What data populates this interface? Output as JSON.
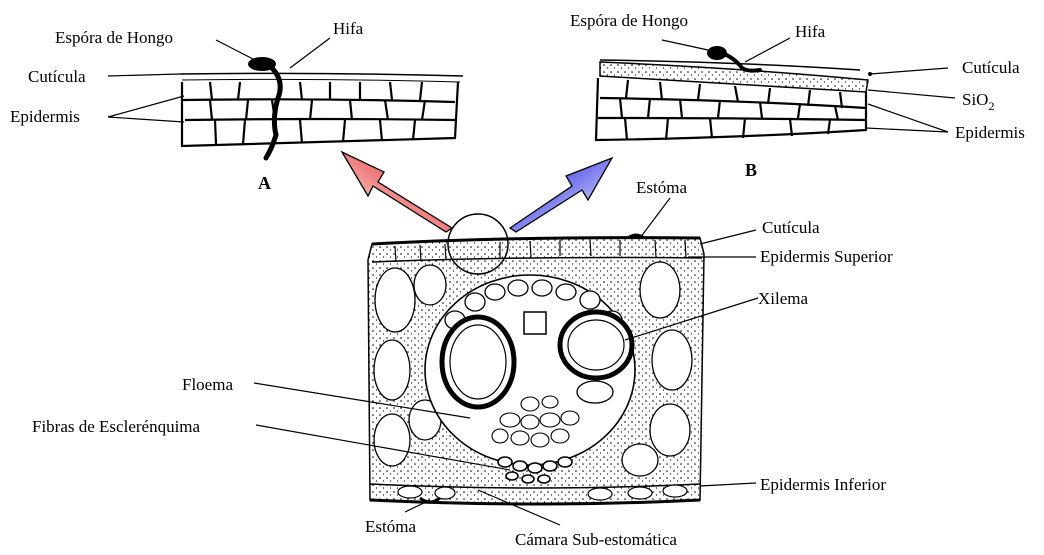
{
  "panel_a": {
    "letter": "A",
    "spore_label": "Espóra de Hongo",
    "hypha_label": "Hifa",
    "cuticle_label": "Cutícula",
    "epidermis_label": "Epidermis"
  },
  "panel_b": {
    "letter": "B",
    "spore_label": "Espóra de Hongo",
    "hypha_label": "Hifa",
    "cuticle_label": "Cutícula",
    "silica_label": "SiO",
    "silica_subscript": "2",
    "epidermis_label": "Epidermis"
  },
  "cross_section": {
    "stoma_top_label": "Estóma",
    "cuticle_label": "Cutícula",
    "upper_epidermis_label": "Epidermis Superior",
    "xylem_label": "Xilema",
    "phloem_label": "Floema",
    "sclerenchyma_label": "Fibras de Esclerénquima",
    "lower_epidermis_label": "Epidermis Inferior",
    "stoma_bottom_label": "Estóma",
    "substomatal_label": "Cámara Sub-estomática"
  },
  "colors": {
    "arrow_a": "#e01010",
    "arrow_b": "#1010d0",
    "ink": "#000000"
  }
}
